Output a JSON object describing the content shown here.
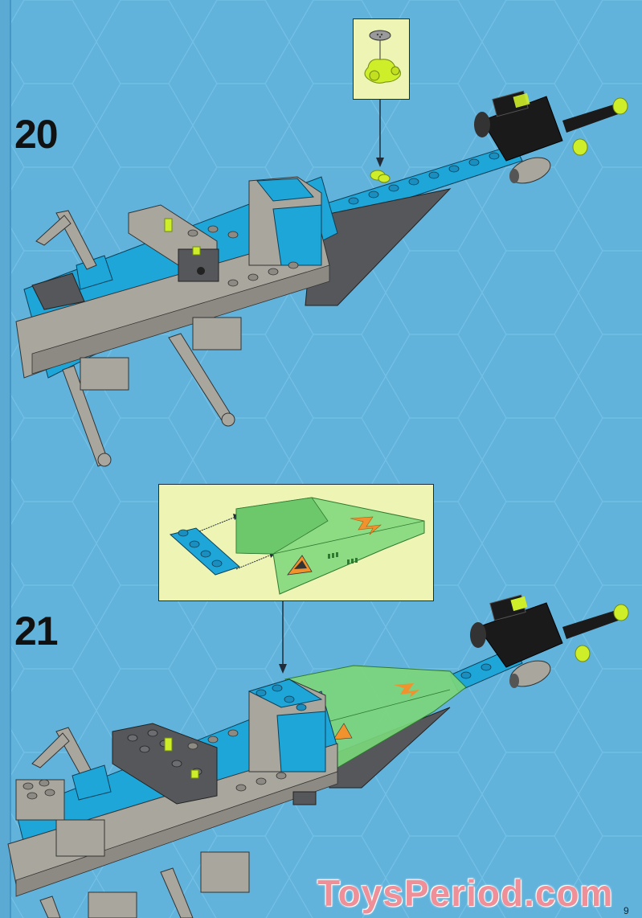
{
  "page": {
    "background_color": "#62b3dc",
    "page_number": "9"
  },
  "steps": [
    {
      "number": "20",
      "callout": {
        "description": "Add lime transparent radar dish piece onto round plate",
        "background_color": "#eef5b4"
      }
    },
    {
      "number": "21",
      "callout": {
        "description": "Attach blue 1x4 hinge plate to transparent green canopy, then place canopy on model",
        "background_color": "#eef5b4"
      }
    }
  ],
  "colors": {
    "blue_brick": "#1fa6d8",
    "grey_brick": "#a9a79d",
    "dark_grey_brick": "#55575a",
    "black_brick": "#1a1a1a",
    "trans_green": "#7bd67a",
    "trans_lime": "#cfee2a",
    "orange_sticker": "#f0922e"
  },
  "watermark": {
    "text": "ToysPeriod.com"
  }
}
